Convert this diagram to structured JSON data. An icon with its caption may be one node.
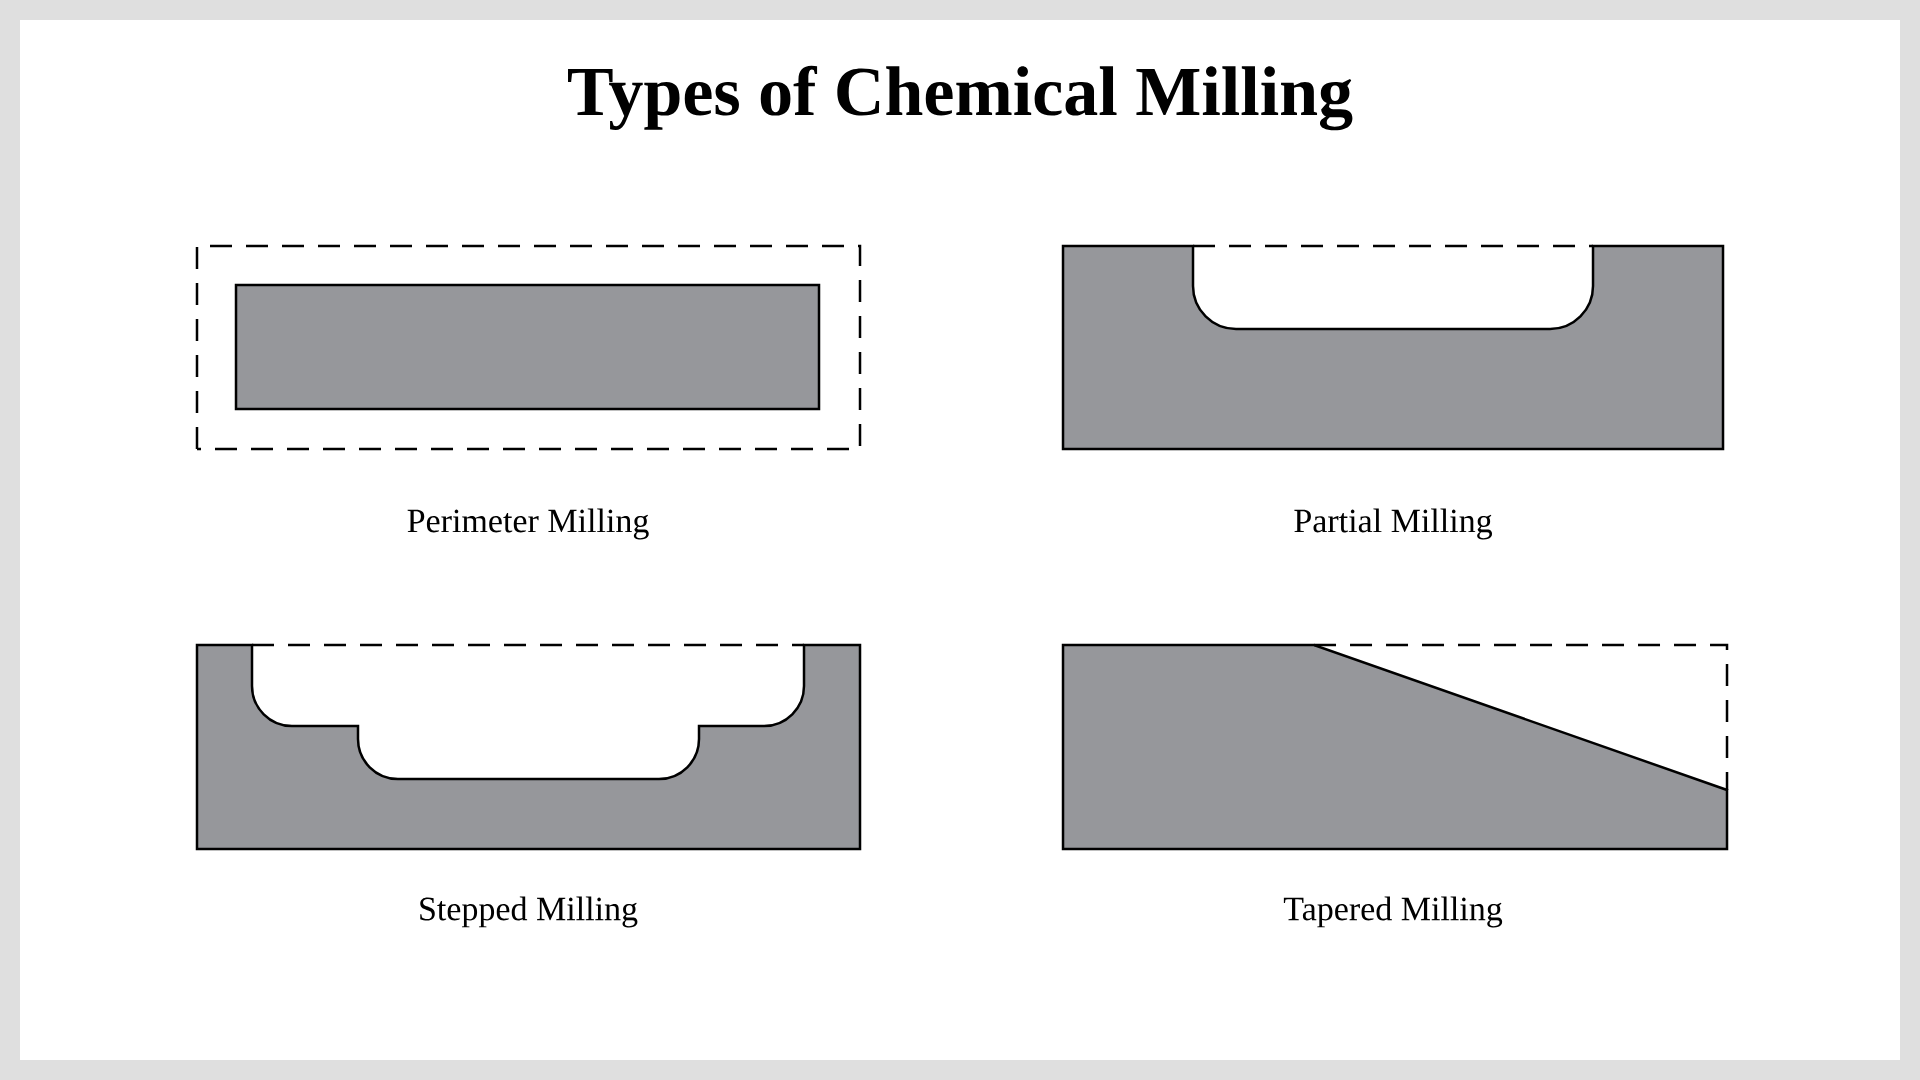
{
  "diagram": {
    "title": "Types of Chemical Milling",
    "labels": [
      "Perimeter Milling",
      "Partial Milling",
      "Stepped Milling",
      "Tapered Milling"
    ]
  }
}
